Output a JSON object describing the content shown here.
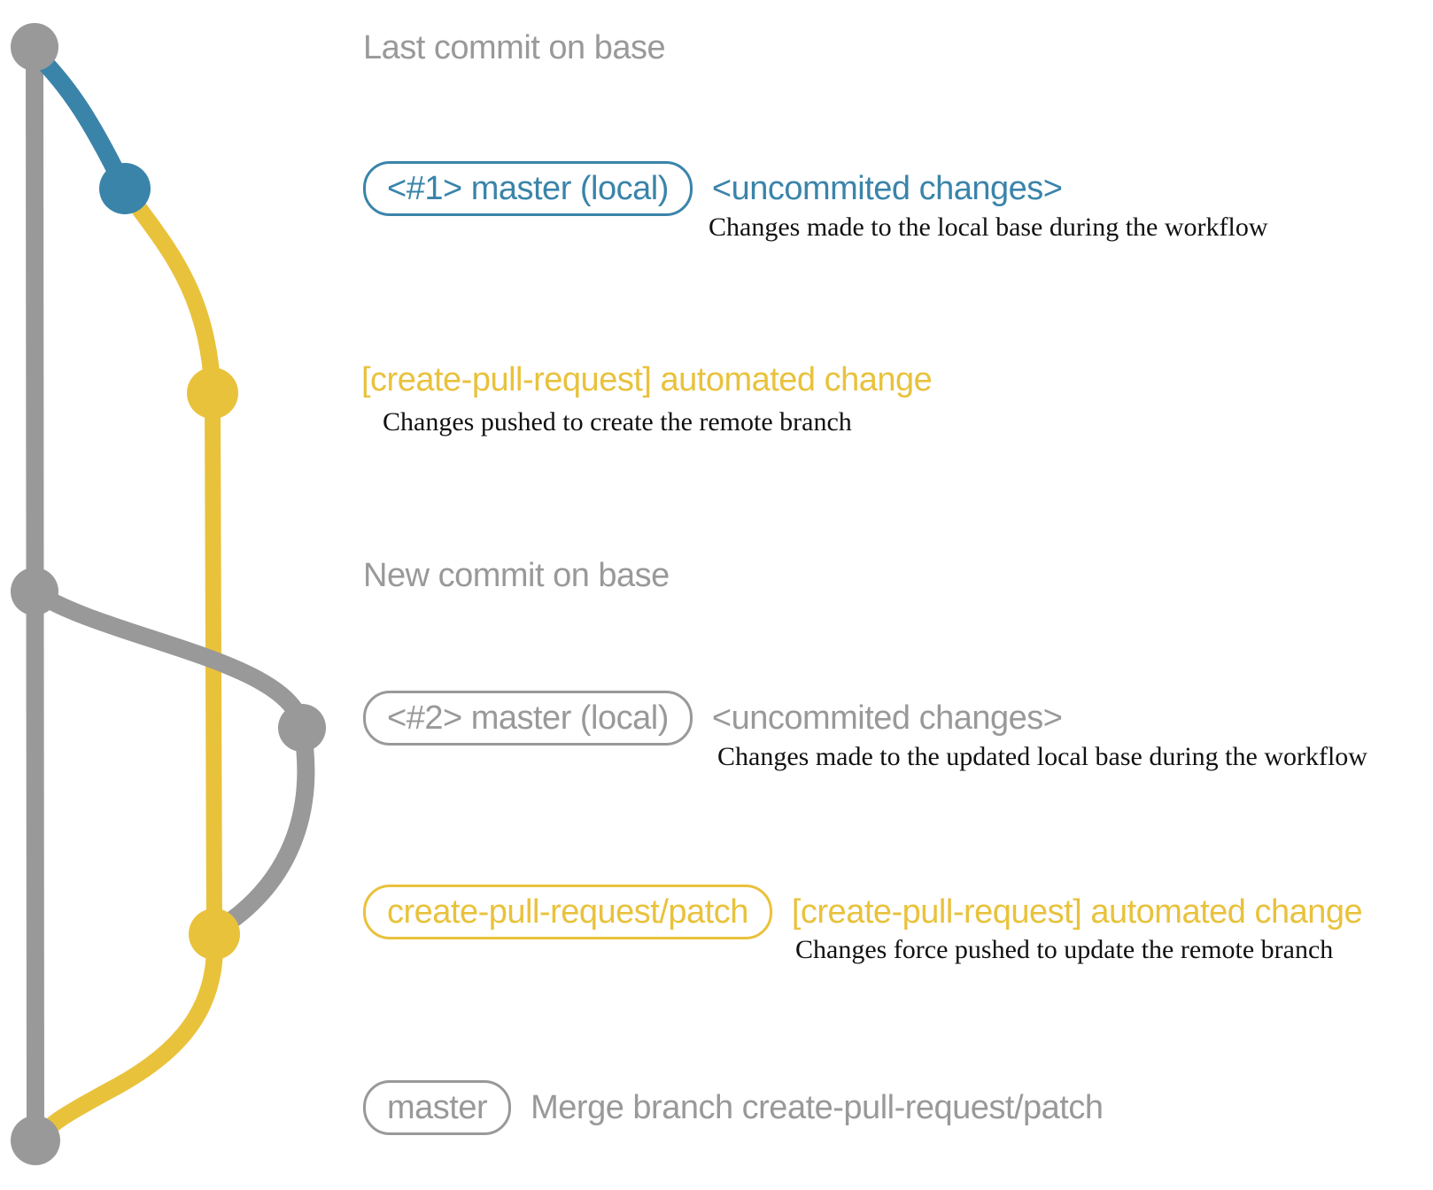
{
  "colors": {
    "base_gray": "#999999",
    "local_blue": "#3a84aa",
    "patch_yellow": "#e9c23c",
    "description_black": "#111111",
    "background": "#ffffff"
  },
  "git_graph": {
    "type": "git-graph",
    "branches": [
      {
        "id": "base",
        "color_hex": "#999999"
      },
      {
        "id": "local-master",
        "color_hex": "#3a84aa"
      },
      {
        "id": "create-pull-request-patch",
        "color_hex": "#e9c23c"
      }
    ],
    "nodes": [
      {
        "branch": "base",
        "color_hex": "#999999",
        "label": "Last commit on base"
      },
      {
        "branch": "local-master",
        "color_hex": "#3a84aa",
        "label": "<#1> master (local) <uncommited changes>"
      },
      {
        "branch": "create-pull-request-patch",
        "color_hex": "#e9c23c",
        "label": "[create-pull-request] automated change"
      },
      {
        "branch": "base",
        "color_hex": "#999999",
        "label": "New commit on base"
      },
      {
        "branch": "local-master",
        "color_hex": "#999999",
        "label": "<#2> master (local) <uncommited changes>"
      },
      {
        "branch": "create-pull-request-patch",
        "color_hex": "#e9c23c",
        "label": "create-pull-request/patch [create-pull-request] automated change"
      },
      {
        "branch": "base",
        "color_hex": "#999999",
        "label": "master  Merge branch create-pull-request/patch"
      }
    ]
  },
  "rows": {
    "last_commit": {
      "text": "Last commit on base"
    },
    "uncommitted_1": {
      "badge": "<#1> master (local)",
      "title": "<uncommited changes>",
      "description": "Changes made to the local base during the workflow"
    },
    "automated_1": {
      "title": "[create-pull-request] automated change",
      "description": "Changes pushed to create the remote branch"
    },
    "new_commit": {
      "text": "New commit on base"
    },
    "uncommitted_2": {
      "badge": "<#2> master (local)",
      "title": "<uncommited changes>",
      "description": "Changes made to the updated local base during the workflow"
    },
    "automated_2": {
      "badge": "create-pull-request/patch",
      "title": "[create-pull-request] automated change",
      "description": "Changes force pushed to update the remote branch"
    },
    "merge": {
      "badge": "master",
      "title": "Merge branch create-pull-request/patch"
    }
  }
}
